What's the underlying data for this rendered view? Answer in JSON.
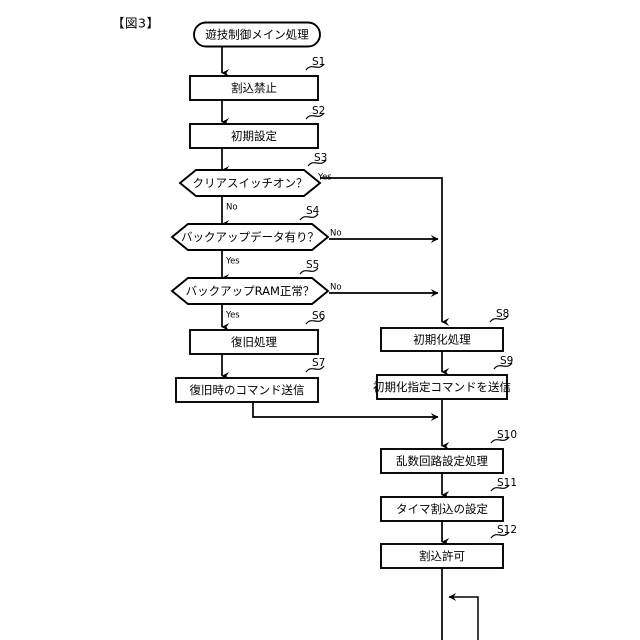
{
  "figure": {
    "label": "【図3】",
    "title": "遊技制御メイン処理"
  },
  "colors": {
    "stroke": "#000000",
    "fill": "#ffffff",
    "background": "#ffffff"
  },
  "nodes": {
    "start": {
      "id": "start",
      "type": "terminal",
      "label": "遊技制御メイン処理"
    },
    "s1": {
      "id": "S1",
      "type": "process",
      "label": "割込禁止",
      "step": "S1"
    },
    "s2": {
      "id": "S2",
      "type": "process",
      "label": "初期設定",
      "step": "S2"
    },
    "s3": {
      "id": "S3",
      "type": "decision",
      "label": "クリアスイッチオン？",
      "step": "S3"
    },
    "s4": {
      "id": "S4",
      "type": "decision",
      "label": "バックアップデータ有り？",
      "step": "S4"
    },
    "s5": {
      "id": "S5",
      "type": "decision",
      "label": "バックアップRAM正常？",
      "step": "S5"
    },
    "s6": {
      "id": "S6",
      "type": "process",
      "label": "復旧処理",
      "step": "S6"
    },
    "s7": {
      "id": "S7",
      "type": "process",
      "label": "復旧時のコマンド送信",
      "step": "S7"
    },
    "s8": {
      "id": "S8",
      "type": "process",
      "label": "初期化処理",
      "step": "S8"
    },
    "s9": {
      "id": "S9",
      "type": "process",
      "label": "初期化指定コマンドを送信",
      "step": "S9"
    },
    "s10": {
      "id": "S10",
      "type": "process",
      "label": "乱数回路設定処理",
      "step": "S10"
    },
    "s11": {
      "id": "S11",
      "type": "process",
      "label": "タイマ割込の設定",
      "step": "S11"
    },
    "s12": {
      "id": "S12",
      "type": "process",
      "label": "割込許可",
      "step": "S12"
    }
  },
  "branch_labels": {
    "s3_yes": "Yes",
    "s3_no": "No",
    "s4_yes": "Yes",
    "s4_no": "No",
    "s5_yes": "Yes",
    "s5_no": "No"
  },
  "edges": [
    {
      "from": "start",
      "to": "S1",
      "label": ""
    },
    {
      "from": "S1",
      "to": "S2",
      "label": ""
    },
    {
      "from": "S2",
      "to": "S3",
      "label": ""
    },
    {
      "from": "S3",
      "to": "S4",
      "label": "No"
    },
    {
      "from": "S3",
      "to": "S8",
      "label": "Yes"
    },
    {
      "from": "S4",
      "to": "S5",
      "label": "Yes"
    },
    {
      "from": "S4",
      "to": "S8",
      "label": "No"
    },
    {
      "from": "S5",
      "to": "S6",
      "label": "Yes"
    },
    {
      "from": "S5",
      "to": "S8",
      "label": "No"
    },
    {
      "from": "S6",
      "to": "S7",
      "label": ""
    },
    {
      "from": "S7",
      "to": "S10",
      "label": ""
    },
    {
      "from": "S8",
      "to": "S9",
      "label": ""
    },
    {
      "from": "S9",
      "to": "S10",
      "label": ""
    },
    {
      "from": "S10",
      "to": "S11",
      "label": ""
    },
    {
      "from": "S11",
      "to": "S12",
      "label": ""
    },
    {
      "from": "S12",
      "to": "loop",
      "label": ""
    }
  ]
}
